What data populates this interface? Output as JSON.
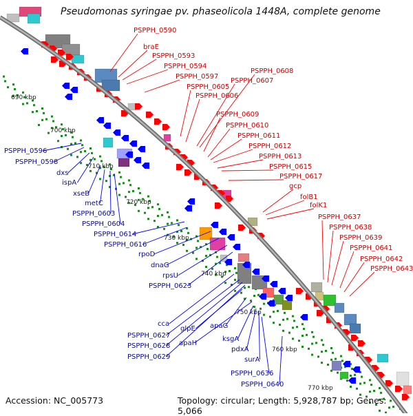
{
  "title": "Pseudomonas syringae pv. phaseolicola 1448A, complete genome",
  "footer": {
    "accession": "Accession: NC_005773",
    "summary": "Topology: circular; Length: 5,928,787 bp; Genes: 5,066"
  },
  "colors": {
    "forward": "#ff0000",
    "reverse": "#0000ff",
    "backbone": "#8c8c8c",
    "ticks": "#1a8a1a",
    "forward_label": "#cc0000",
    "reverse_label": "#0a0aa0"
  },
  "tick_labels": [
    "690 kbp",
    "700 kbp",
    "710 kbp",
    "720 kbp",
    "730 kbp",
    "740 kbp",
    "750 kbp",
    "760 kbp",
    "770 kbp"
  ],
  "forward_genes": [
    "PSPPH_0590",
    "braE",
    "PSPPH_0593",
    "PSPPH_0594",
    "PSPPH_0597",
    "PSPPH_0605",
    "PSPPH_0606",
    "PSPPH_0607",
    "PSPPH_0608",
    "PSPPH_0609",
    "PSPPH_0610",
    "PSPPH_0611",
    "PSPPH_0612",
    "PSPPH_0613",
    "PSPPH_0615",
    "PSPPH_0617",
    "gcp",
    "folB1",
    "folK1",
    "PSPPH_0637",
    "PSPPH_0638",
    "PSPPH_0639",
    "PSPPH_0641",
    "PSPPH_0642",
    "PSPPH_0643"
  ],
  "reverse_genes": [
    "PSPPH_0596",
    "PSPPH_0598",
    "dxs",
    "ispA",
    "xseB",
    "metC",
    "PSPPH_0603",
    "PSPPH_0604",
    "PSPPH_0614",
    "PSPPH_0616",
    "rpoD",
    "dnaG",
    "rpsU",
    "PSPPH_0623",
    "cca",
    "PSPPH_0627",
    "PSPPH_0628",
    "PSPPH_0629",
    "glpE",
    "apaG",
    "apaH",
    "ksgA",
    "pdxA",
    "surA",
    "PSPPH_0636",
    "PSPPH_0640"
  ]
}
